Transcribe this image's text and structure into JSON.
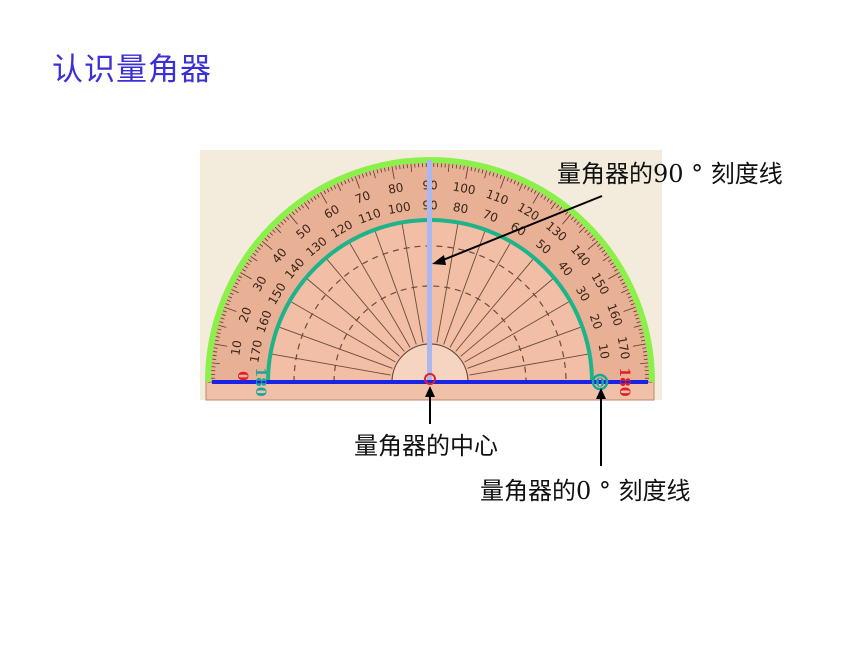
{
  "title": "认识量角器",
  "labels": {
    "ninety_line": "量角器的90 ° 刻度线",
    "center": "量角器的中心",
    "zero_line": "量角器的0 ° 刻度线"
  },
  "protractor": {
    "outer_numbers": [
      "0",
      "10",
      "20",
      "30",
      "40",
      "50",
      "60",
      "70",
      "80",
      "90",
      "100",
      "110",
      "120",
      "130",
      "140",
      "150",
      "160",
      "170",
      "180"
    ],
    "inner_numbers": [
      "180",
      "170",
      "160",
      "150",
      "140",
      "130",
      "120",
      "110",
      "100",
      "90",
      "80",
      "70",
      "60",
      "50",
      "40",
      "30",
      "20",
      "10",
      "0"
    ],
    "left_end_red": "0",
    "left_end_teal": "180",
    "right_end_teal": "0",
    "right_end_red": "180"
  },
  "colors": {
    "title": "#3b2fd6",
    "body": "#f2bfa6",
    "scale_band": "#eab39a",
    "outer_arc": "#8cf04a",
    "inner_arc": "#1fb38a",
    "baseline": "#1a23e6",
    "ninety_line": "#a9b8f0",
    "red_mark": "#e0202a",
    "teal_mark": "#1aa69a"
  }
}
